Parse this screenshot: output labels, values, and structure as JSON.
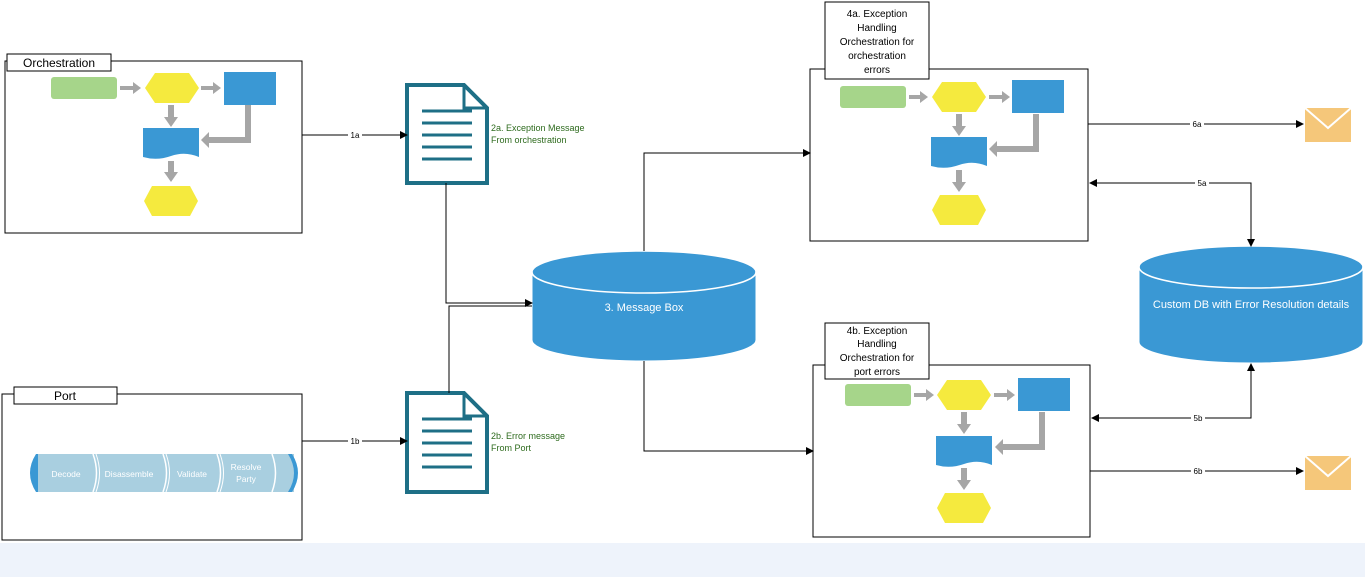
{
  "containers": {
    "orchestration": "Orchestration",
    "port": "Port",
    "exception_a": [
      "4a. Exception",
      "Handling",
      "Orchestration for",
      "orchestration",
      "errors"
    ],
    "exception_b": [
      "4b. Exception",
      "Handling",
      "Orchestration for",
      "port errors"
    ]
  },
  "pipeline": [
    "Decode",
    "Disassemble",
    "Validate",
    "Resolve",
    "Party"
  ],
  "documents": {
    "a": [
      "2a. Exception Message",
      "From orchestration"
    ],
    "b": [
      "2b. Error message",
      "From Port"
    ]
  },
  "databases": {
    "message_box": "3. Message Box",
    "custom_db": "Custom DB with Error Resolution details"
  },
  "connectors": {
    "c1a": "1a",
    "c1b": "1b",
    "c5a": "5a",
    "c5b": "5b",
    "c6a": "6a",
    "c6b": "6b"
  },
  "colors": {
    "blue": "#3a98d4",
    "green": "#a6d58a",
    "yellow": "#f5ea3e",
    "arrow_gray": "#a6a6a6",
    "teal": "#1e6f86",
    "pipe": "#a9cfe0",
    "envelope": "#f5c77a",
    "label_green": "#2e6b1e"
  },
  "icons": [
    "document-icon",
    "database-icon",
    "envelope-icon"
  ]
}
